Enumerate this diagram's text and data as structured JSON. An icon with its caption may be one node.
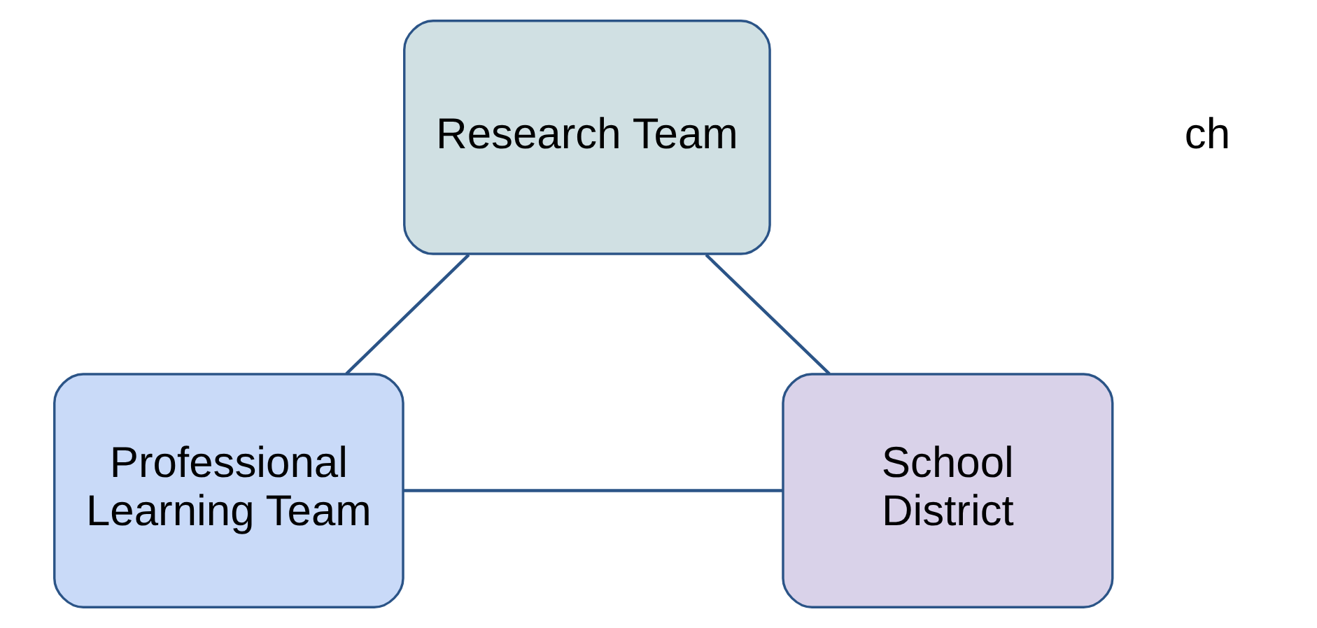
{
  "diagram": {
    "nodes": [
      {
        "text": [
          "Research Team"
        ]
      },
      {
        "text": [
          "Professional Learning Team"
        ]
      },
      {
        "text": [
          "School District"
        ]
      }
    ],
    "edges": [
      {
        "from": 0,
        "to": 1,
        "arrow": "none"
      },
      {
        "from": 0,
        "to": 2,
        "arrow": "none"
      },
      {
        "from": 1,
        "to": 2,
        "arrow": "none"
      }
    ],
    "labels": [
      "ch"
    ]
  }
}
